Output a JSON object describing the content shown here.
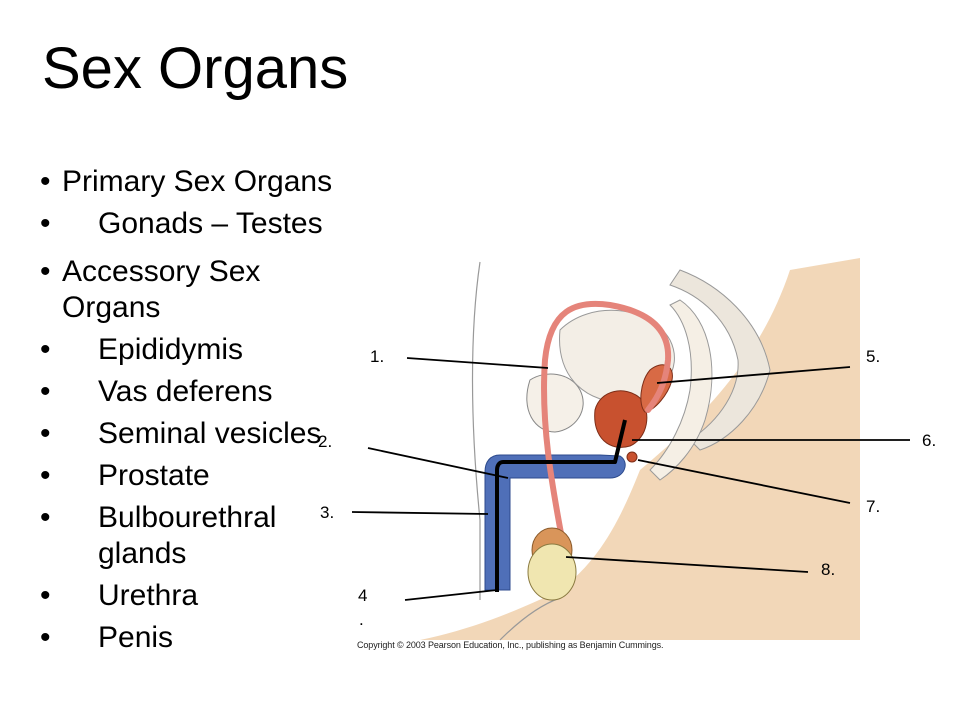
{
  "title": "Sex Organs",
  "bullets": [
    {
      "text": "Primary Sex Organs",
      "level": 1
    },
    {
      "text": "Gonads – Testes",
      "level": 2
    },
    {
      "text": "Accessory Sex Organs",
      "level": 1
    },
    {
      "text": "Epididymis",
      "level": 2
    },
    {
      "text": "Vas deferens",
      "level": 2
    },
    {
      "text": "Seminal vesicles",
      "level": 2
    },
    {
      "text": "Prostate",
      "level": 2
    },
    {
      "text": "Bulbourethral glands",
      "level": 2
    },
    {
      "text": "Urethra",
      "level": 2
    },
    {
      "text": "Penis",
      "level": 2
    }
  ],
  "bullet_glyph": "•",
  "labels": {
    "l1": "1.",
    "l2": "2.",
    "l3": "3.",
    "l4": "4",
    "l4b": ".",
    "l5": "5.",
    "l6": "6.",
    "l7": "7.",
    "l8": "8."
  },
  "copyright": "Copyright © 2003 Pearson Education, Inc., publishing as Benjamin Cummings.",
  "colors": {
    "skin": "#f2d7b8",
    "vas": "#e5847a",
    "erectile": "#4f6fb8",
    "prostate": "#c8512f",
    "testis": "#f0e6b0",
    "epididymis": "#d9955a"
  }
}
